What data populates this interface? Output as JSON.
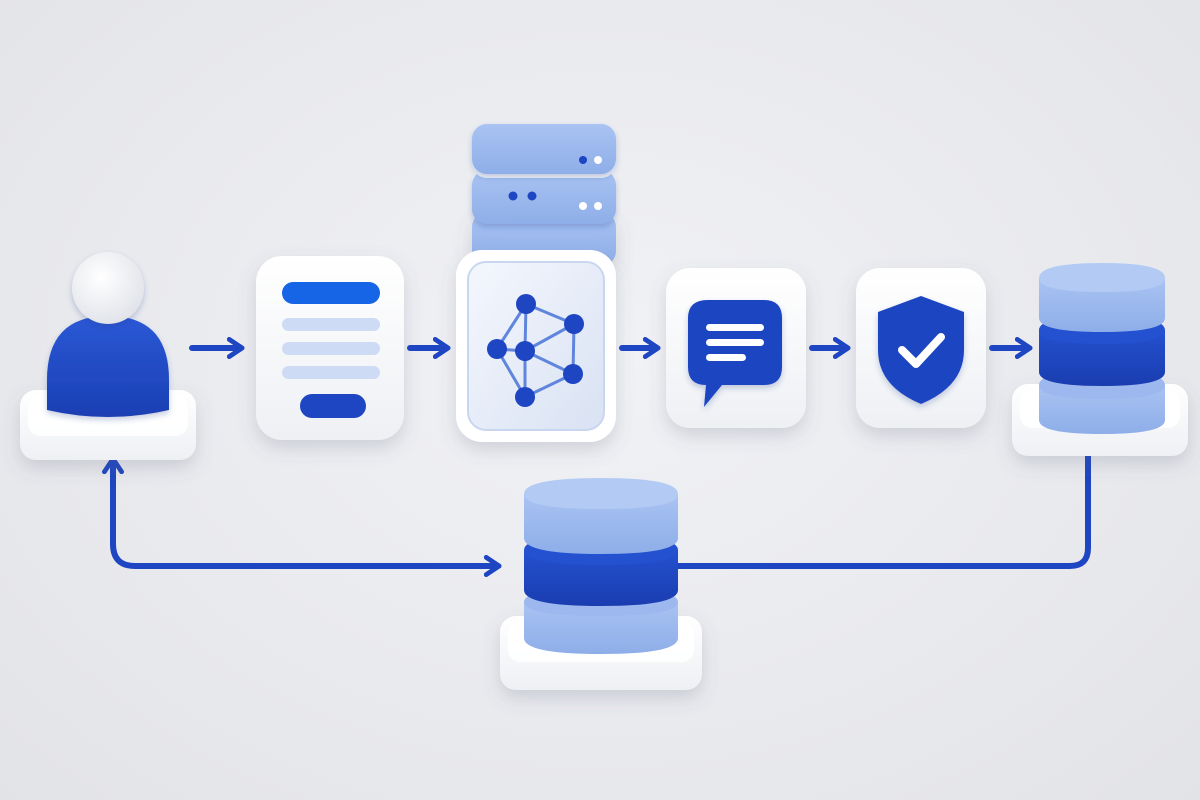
{
  "diagram": {
    "nodes": [
      {
        "id": "user",
        "icon": "user-icon"
      },
      {
        "id": "form",
        "icon": "form-document-icon"
      },
      {
        "id": "server",
        "icon": "server-stack-icon"
      },
      {
        "id": "model",
        "icon": "neural-network-icon"
      },
      {
        "id": "response",
        "icon": "chat-bubble-icon"
      },
      {
        "id": "guardrail",
        "icon": "shield-check-icon"
      },
      {
        "id": "output-store",
        "icon": "database-icon"
      },
      {
        "id": "memory-store",
        "icon": "database-icon"
      }
    ],
    "edges": [
      {
        "from": "user",
        "to": "form"
      },
      {
        "from": "form",
        "to": "model"
      },
      {
        "from": "model",
        "to": "response"
      },
      {
        "from": "response",
        "to": "guardrail"
      },
      {
        "from": "guardrail",
        "to": "output-store"
      },
      {
        "from": "output-store",
        "to": "memory-store"
      },
      {
        "from": "memory-store",
        "to": "user"
      }
    ],
    "colors": {
      "primary": "#1e45c2",
      "accent": "#1565e6",
      "light": "#9db8ee",
      "pale": "#dbe5f8",
      "card": "#ffffff",
      "background": "#e9eaee"
    }
  }
}
